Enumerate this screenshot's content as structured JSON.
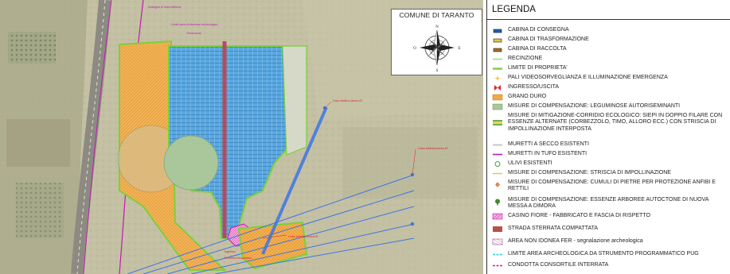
{
  "compass": {
    "title": "COMUNE DI TARANTO",
    "n": "N",
    "s": "S",
    "e": "E",
    "o": "O"
  },
  "map_labels": {
    "sostegno": "Sostegno di linea elettrica",
    "limite_area": "Limite area di interesse archeologico",
    "recinzione": "Recinzione",
    "cavo_a": "Cavo elettrico Aereo AT",
    "cavo_b": "Linea elettrica Aerea AT",
    "cavo_c": "Linea elettrica Aerea AT",
    "ingresso": "Ingresso",
    "pensilina": "Pensilina fotovoltaica"
  },
  "legend": {
    "title": "LEGENDA",
    "items": [
      {
        "label": "CABINA DI CONSEGNA"
      },
      {
        "label": "CABINA DI TRASFORMAZIONE"
      },
      {
        "label": "CABINA DI RACCOLTA"
      },
      {
        "label": "RECINZIONE"
      },
      {
        "label": "LIMITE DI PROPRIETA'"
      },
      {
        "label": "PALI VIDEOSORVEGLIANZA E ILLUMINAZIONE EMERGENZA"
      },
      {
        "label": "INGRESSO/USCITA"
      },
      {
        "label": "GRANO DURO"
      },
      {
        "label": "MISURE DI COMPENSAZIONE: LEGUMINOSE AUTORISEMINANTI"
      },
      {
        "label": "MISURE DI MITIGAZIONE-CORRIDIO ECOLOGICO: SIEPI IN DOPPIO FILARE CON ESSENZE ALTERNATE (CORBEZZOLO, TIMO, ALLORO ECC.) CON STRISCIA DI IMPOLLINAZIONE INTERPOSTA"
      },
      {
        "label": "MURETTI A SECCO ESISTENTI"
      },
      {
        "label": "MURETTI IN TUFO ESISTENTI"
      },
      {
        "label": "ULIVI ESISTENTI"
      },
      {
        "label": "MISURE DI COMPENSAZIONE: STRISCIA DI IMPOLLINAZIONE"
      },
      {
        "label": "MISURE DI COMPENSAZIONE: CUMULI DI PIETRE PER PROTEZIONE ANFIBI E RETTILI"
      },
      {
        "label": "MISURE DI COMPENSAZIONE: ESSENZE ARBOREE AUTOCTONE DI NUOVA MESSA A DIMORA"
      },
      {
        "label": "CASINO FIORE - FABBRICATO E FASCIA DI RISPETTO"
      },
      {
        "label": "STRADA STERRATA COMPATTATA"
      },
      {
        "label": "AREA NON IDONEA FER - segnalazione archeologica"
      },
      {
        "label": "LIMITE AREA ARCHEOLOGICA DA STRUMENTO PROGRAMMATICO PUG"
      },
      {
        "label": "CONDOTTA CONSORTILE INTERRATA"
      }
    ]
  },
  "colors": {
    "grano": "#f3b152",
    "pv": "#5aa8e0",
    "legumi": "#a9c79b",
    "property": "#7bd13a",
    "fence": "#7ee07a",
    "muretti_tufo": "#c01bb0",
    "casino": "#e873c8",
    "strada": "#b5524e",
    "cable": "#3d74e6",
    "archeo": "#2fd0e0",
    "condotta": "#e0206b"
  }
}
